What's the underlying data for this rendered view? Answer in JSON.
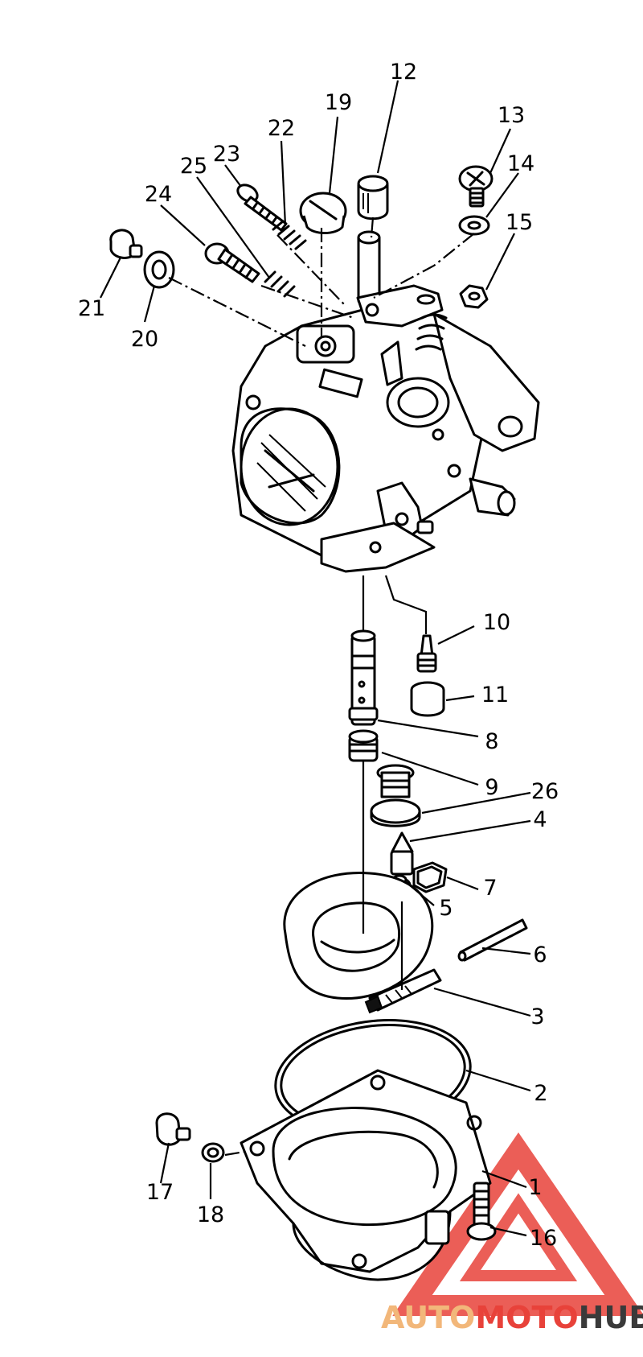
{
  "callouts": [
    {
      "id": "1",
      "label": "1"
    },
    {
      "id": "2",
      "label": "2"
    },
    {
      "id": "3",
      "label": "3"
    },
    {
      "id": "4",
      "label": "4"
    },
    {
      "id": "5",
      "label": "5"
    },
    {
      "id": "6",
      "label": "6"
    },
    {
      "id": "7",
      "label": "7"
    },
    {
      "id": "8",
      "label": "8"
    },
    {
      "id": "9",
      "label": "9"
    },
    {
      "id": "10",
      "label": "10"
    },
    {
      "id": "11",
      "label": "11"
    },
    {
      "id": "12",
      "label": "12"
    },
    {
      "id": "13",
      "label": "13"
    },
    {
      "id": "14",
      "label": "14"
    },
    {
      "id": "15",
      "label": "15"
    },
    {
      "id": "16",
      "label": "16"
    },
    {
      "id": "17",
      "label": "17"
    },
    {
      "id": "18",
      "label": "18"
    },
    {
      "id": "19",
      "label": "19"
    },
    {
      "id": "20",
      "label": "20"
    },
    {
      "id": "21",
      "label": "21"
    },
    {
      "id": "22",
      "label": "22"
    },
    {
      "id": "23",
      "label": "23"
    },
    {
      "id": "24",
      "label": "24"
    },
    {
      "id": "25",
      "label": "25"
    },
    {
      "id": "26",
      "label": "26"
    }
  ],
  "watermark": {
    "part1": "AUTO",
    "part2": "MOTO",
    "part3": "HUB",
    "color1": "#f2b77a",
    "color2": "#e8423a",
    "color3": "#3a3a3a",
    "logo_color": "#e8423a"
  }
}
